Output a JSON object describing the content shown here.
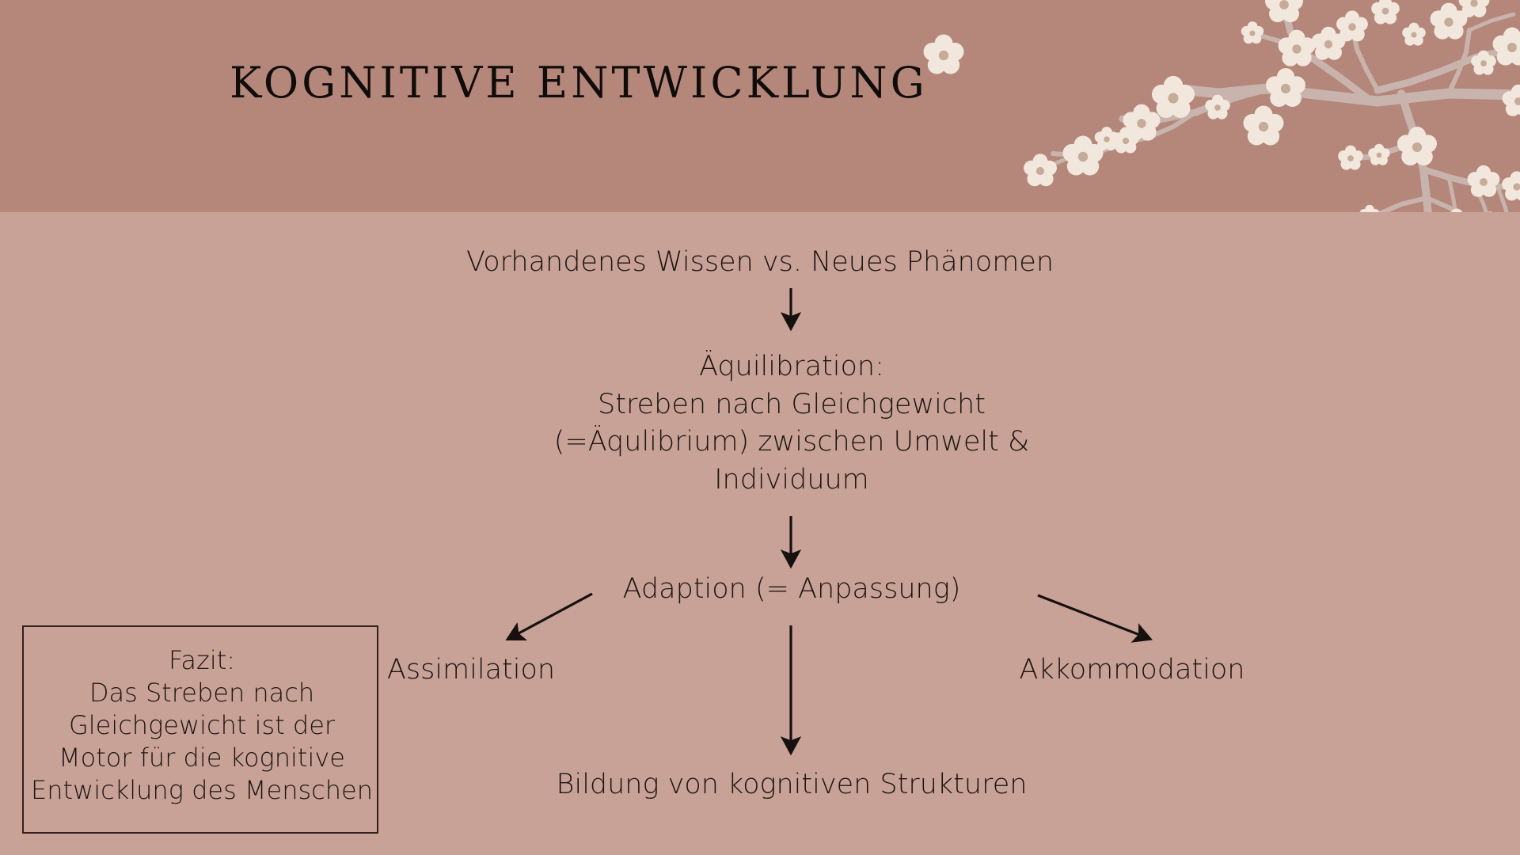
{
  "slide": {
    "title": "KOGNITIVE ENTWICKLUNG",
    "colors": {
      "header_background": "#b5877a",
      "body_background": "#c8a296",
      "title_text": "#100c0a",
      "body_text": "#1d1512",
      "arrow": "#16100e",
      "box_border": "#35201c",
      "blossom_petal": "#f2e7dd",
      "blossom_center": "#c6ab98",
      "branch": "#c8b3ad"
    }
  },
  "decoration": {
    "name": "cherry-blossom-branch",
    "position": "top-right"
  },
  "diagram": {
    "type": "flowchart",
    "nodes": [
      {
        "id": "premise",
        "label": "Vorhandenes Wissen vs. Neues Phänomen"
      },
      {
        "id": "equilibration",
        "label": "Äquilibration:\nStreben nach Gleichgewicht\n(=Äqulibrium) zwischen Umwelt &\nIndividuum"
      },
      {
        "id": "adaption",
        "label": "Adaption (= Anpassung)"
      },
      {
        "id": "assimilation",
        "label": "Assimilation"
      },
      {
        "id": "akkommodation",
        "label": "Akkommodation"
      },
      {
        "id": "strukturen",
        "label": "Bildung von kognitiven Strukturen"
      }
    ],
    "edges": [
      {
        "from": "premise",
        "to": "equilibration",
        "style": "arrow-down"
      },
      {
        "from": "equilibration",
        "to": "adaption",
        "style": "arrow-down"
      },
      {
        "from": "adaption",
        "to": "assimilation",
        "style": "arrow-diagonal-down-left"
      },
      {
        "from": "adaption",
        "to": "akkommodation",
        "style": "arrow-diagonal-down-right"
      },
      {
        "from": "adaption",
        "to": "strukturen",
        "style": "arrow-down"
      }
    ]
  },
  "fazit": {
    "text": "Fazit:\nDas Streben nach\nGleichgewicht ist der\nMotor für die kognitive\nEntwicklung des Menschen"
  }
}
